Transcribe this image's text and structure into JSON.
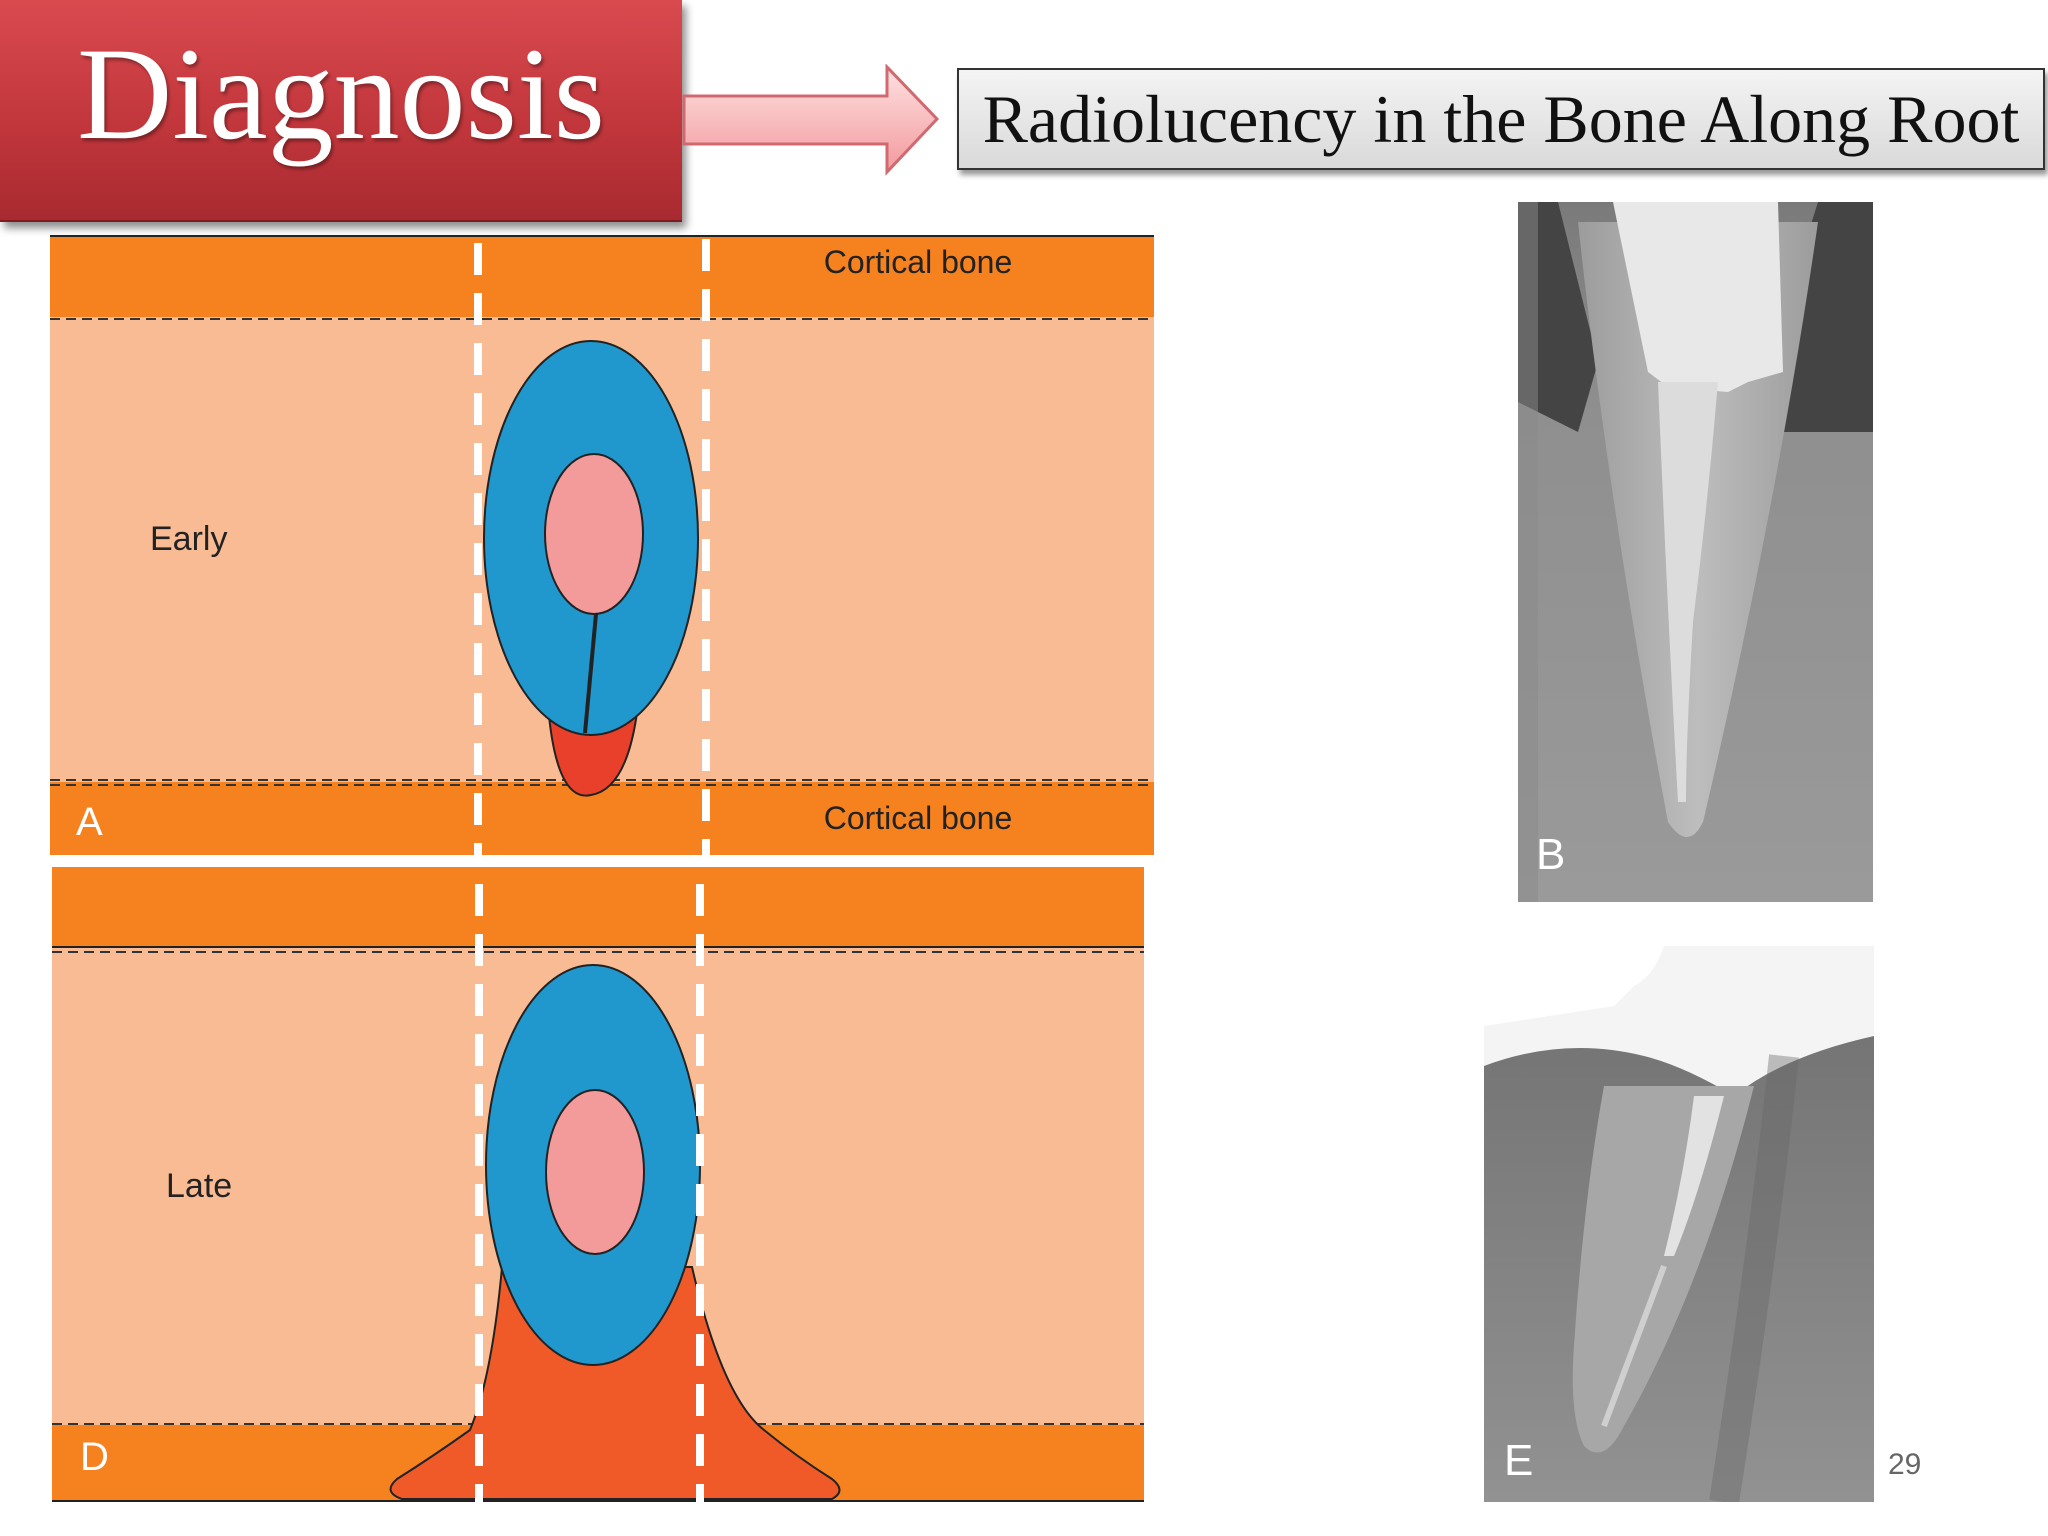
{
  "slide": {
    "title": "Diagnosis",
    "subtitle": "Radiolucency in the Bone Along Root",
    "page_number": "29"
  },
  "diagram_early": {
    "cortical_top_label": "Cortical bone",
    "cortical_bottom_label": "Cortical bone",
    "stage_label": "Early",
    "panel_letter": "A"
  },
  "diagram_late": {
    "stage_label": "Late",
    "panel_letter": "D"
  },
  "radiograph_b": {
    "panel_letter": "B"
  },
  "radiograph_e": {
    "panel_letter": "E"
  },
  "colors": {
    "title_red": "#c2373c",
    "cortical_orange": "#f5821f",
    "cancellous_peach": "#f9bb94",
    "root_blue": "#2098cd",
    "pulp_pink": "#f39a9a",
    "lesion_red": "#e8402a",
    "lesion_orange": "#ef5a28"
  }
}
